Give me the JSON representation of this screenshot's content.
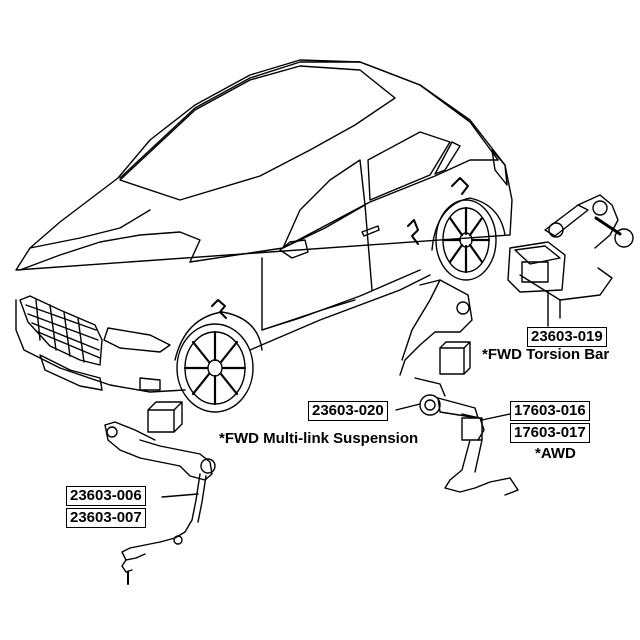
{
  "callouts": {
    "torsion": {
      "part": "23603-019",
      "note": "*FWD Torsion Bar"
    },
    "multilink": {
      "part": "23603-020",
      "note": "*FWD Multi-link Suspension"
    },
    "awd": {
      "parts": [
        "17603-016",
        "17603-017"
      ],
      "note": "*AWD"
    },
    "front": {
      "parts": [
        "23603-006",
        "23603-007"
      ]
    }
  },
  "colors": {
    "line": "#000000",
    "background": "#ffffff"
  }
}
